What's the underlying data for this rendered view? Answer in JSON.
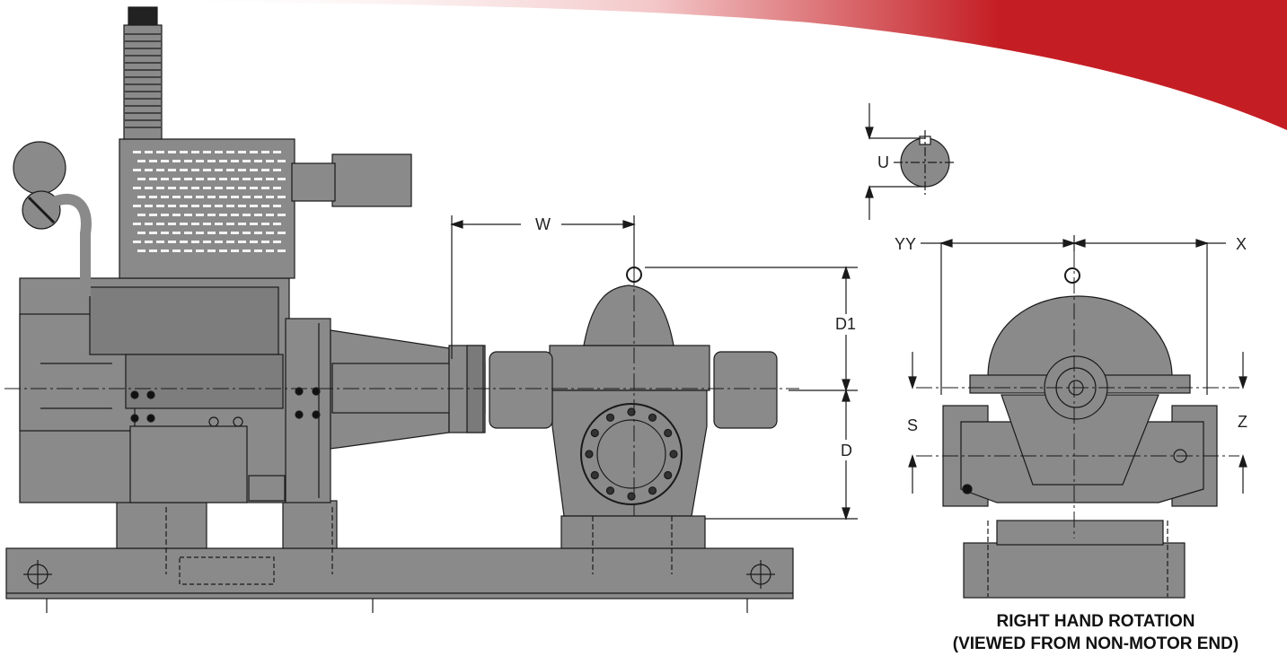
{
  "colors": {
    "banner_red": "#c41e24",
    "machine_gray": "#8a8a8a",
    "line_dark": "#1a1a1a"
  },
  "dimensions": {
    "w": "W",
    "d1": "D1",
    "d": "D",
    "u": "U",
    "yy": "YY",
    "x": "X",
    "s": "S",
    "z": "Z"
  },
  "caption": {
    "line1": "RIGHT HAND ROTATION",
    "line2": "(VIEWED FROM NON-MOTOR END)"
  }
}
